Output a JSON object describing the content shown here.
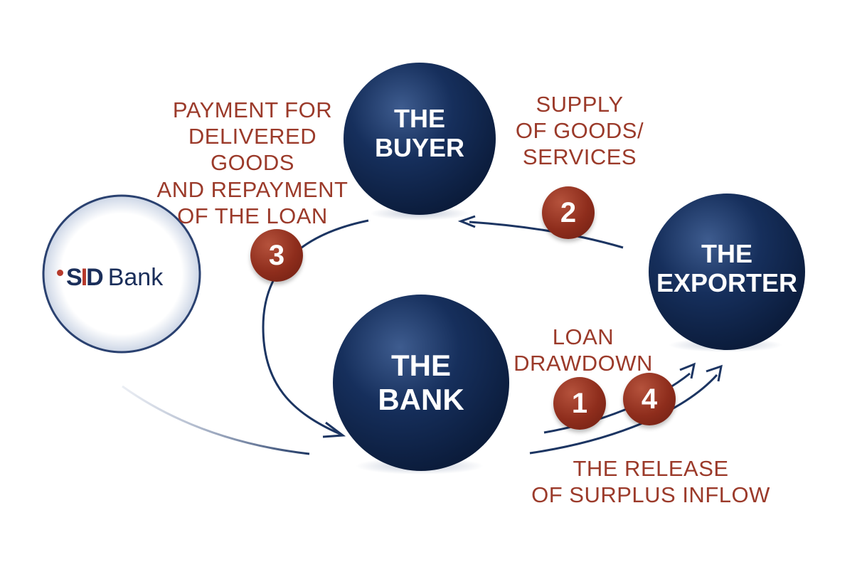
{
  "nodes": {
    "buyer": "THE\nBUYER",
    "exporter": "THE\nEXPORTER",
    "bank": "THE\nBANK"
  },
  "logo": {
    "mark_left": "S",
    "mark_right": "D",
    "word": "Bank"
  },
  "steps": [
    {
      "number": "1",
      "label": "LOAN\nDRAWDOWN"
    },
    {
      "number": "2",
      "label": "SUPPLY\nOF GOODS/\nSERVICES"
    },
    {
      "number": "3",
      "label": "PAYMENT FOR\nDELIVERED\nGOODS\nAND REPAYMENT\nOF THE LOAN"
    },
    {
      "number": "4",
      "label": "THE RELEASE\nOF SURPLUS INFLOW"
    }
  ],
  "colors": {
    "sphere": "#132a55",
    "accent": "#9b3a2a",
    "arrow": "#1c3562"
  }
}
